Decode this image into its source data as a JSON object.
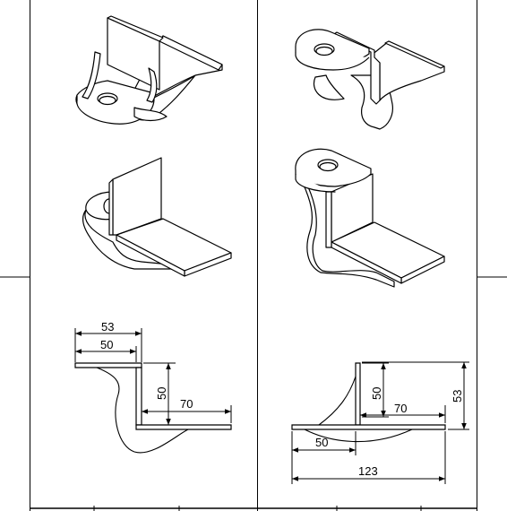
{
  "sheet": {
    "views": [
      {
        "id": "iso-1",
        "kind": "isometric"
      },
      {
        "id": "iso-2",
        "kind": "isometric"
      },
      {
        "id": "iso-3",
        "kind": "isometric"
      },
      {
        "id": "iso-4",
        "kind": "isometric"
      },
      {
        "id": "ortho-left",
        "kind": "orthographic"
      },
      {
        "id": "ortho-right",
        "kind": "orthographic"
      }
    ]
  },
  "dimensions": {
    "left": {
      "d53": "53",
      "d50_top": "50",
      "d50_vert": "50",
      "d70": "70"
    },
    "right": {
      "d50_vert": "50",
      "d70": "70",
      "d53": "53",
      "d50_bottom": "50",
      "d123": "123"
    }
  }
}
